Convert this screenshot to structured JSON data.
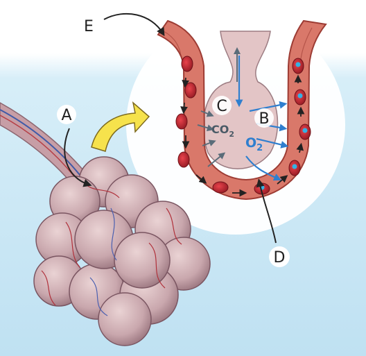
{
  "labels": {
    "a": "A",
    "b": "B",
    "c": "C",
    "d": "D",
    "e": "E"
  },
  "gases": {
    "co2_main": "CO",
    "co2_sub": "2",
    "o2_main": "O",
    "o2_sub": "2"
  },
  "colors": {
    "vessel": "#d9786a",
    "vessel_dark": "#9d3c34",
    "alveolus": "#cfb1b5",
    "alveolus_shadow": "#b18f96",
    "red_cell": "#c32a34",
    "oxygen_arrow": "#2f7fcf",
    "co2_arrow": "#5a6c79",
    "background": "#dbeff8",
    "pointer_arrow": "#f6e24c"
  }
}
